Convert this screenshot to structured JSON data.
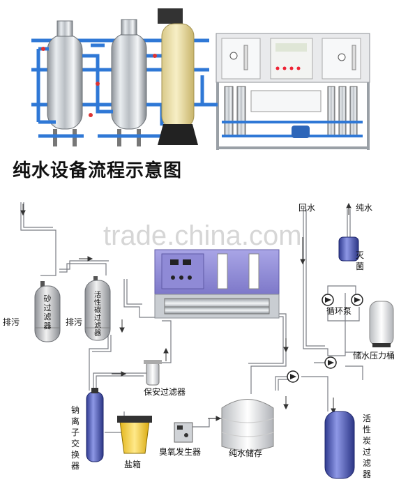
{
  "title": "纯水设备流程示意图",
  "watermark": "trade.china.com",
  "labels": {
    "drain_1": "排污",
    "drain_2": "排污",
    "sand_filter": "砂过滤器",
    "carbon_filter": "活性碳过滤器",
    "security_filter": "保安过滤器",
    "sodium_exchanger": "钠离子交换器",
    "salt_box": "盐箱",
    "ozone_generator": "臭氧发生器",
    "pure_water_storage": "纯水储存",
    "return_water": "回水",
    "pure_water": "纯水",
    "sterilize": "灭菌",
    "circulation_pump": "循环泵",
    "pressure_tank": "储水压力桶",
    "carbon_filter_2": "活性炭过滤器"
  }
}
